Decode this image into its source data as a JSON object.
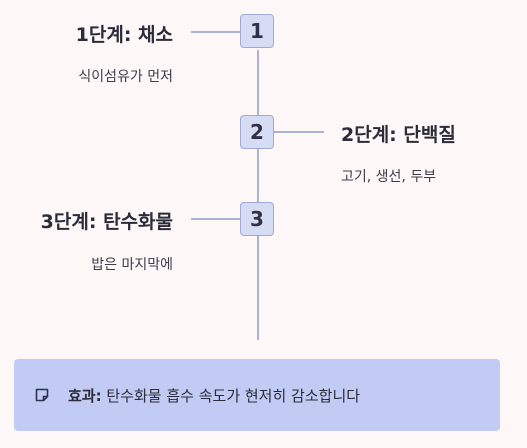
{
  "steps": [
    {
      "number": "1",
      "title": "1단계: 채소",
      "desc": "식이섬유가 먼저"
    },
    {
      "number": "2",
      "title": "2단계: 단백질",
      "desc": "고기, 생선, 두부"
    },
    {
      "number": "3",
      "title": "3단계: 탄수화물",
      "desc": "밥은 마지막에"
    }
  ],
  "note": {
    "icon": "sticky-note-icon",
    "label": "효과:",
    "text": " 탄수화물 흡수 속도가 현저히 감소합니다"
  },
  "colors": {
    "background": "#fdf8f7",
    "node_fill": "#d6dcf3",
    "line": "#aab3d6",
    "note_fill": "#c1cbf3"
  }
}
